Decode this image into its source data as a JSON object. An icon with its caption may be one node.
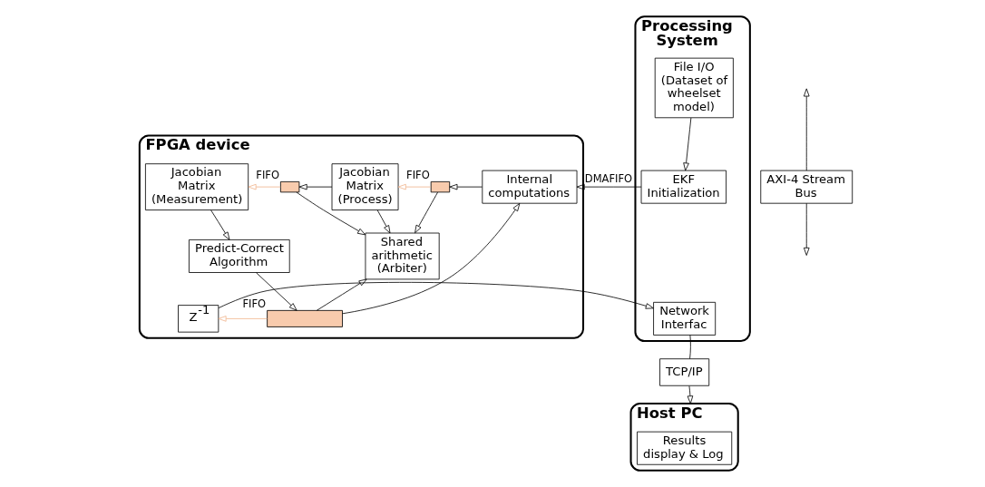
{
  "diagram": {
    "nodes": [
      {
        "text": [
          "Processing System"
        ]
      },
      {
        "text": [
          "EKF Initialization"
        ],
        "in": 0
      },
      {
        "text": [
          "File I/O (Dataset of wheelset model)"
        ],
        "in": 0
      },
      {
        "text": [
          "Network Interfac"
        ],
        "in": 0
      },
      {
        "text": [
          "FPGA device"
        ]
      },
      {
        "text": [
          "Internal computations"
        ],
        "in": 4
      },
      {
        "text": [],
        "shape": "box",
        "beside": [
          "FIFO"
        ],
        "in": 4
      },
      {
        "text": [
          "Jacobian Matrix (Process)"
        ],
        "in": 4
      },
      {
        "text": [],
        "shape": "box",
        "beside": [
          "FIFO"
        ],
        "in": 4
      },
      {
        "text": [
          "Jacobian Matrix (Measurement)"
        ],
        "in": 4
      },
      {
        "text": [
          "Shared arithmetic (Arbiter)"
        ],
        "in": 4
      },
      {
        "text": [
          "Predict-Correct Algorithm"
        ],
        "in": 4
      },
      {
        "text": [],
        "shape": "bar",
        "beside": [
          "FIFO"
        ],
        "in": 4
      },
      {
        "text": [
          "Z$^{-1}$"
        ],
        "in": 4
      },
      {
        "text": [
          "AXI-4 Stream Bus"
        ]
      },
      {
        "text": [
          "TCP/IP"
        ]
      },
      {
        "text": [
          "Host PC"
        ]
      },
      {
        "text": [
          "Results display & Log"
        ],
        "in": 16
      }
    ],
    "edges": [
      {
        "from": 2,
        "to": 1,
        "arrow": "to"
      },
      {
        "from": 1,
        "to": 5,
        "arrow": "to",
        "label": "DMAFIFO"
      },
      {
        "from": 14,
        "to": null,
        "arrow": "to"
      },
      {
        "from": 14,
        "to": null,
        "arrow": "to"
      },
      {
        "from": 5,
        "to": 6,
        "arrow": "to"
      },
      {
        "from": 6,
        "to": 7,
        "arrow": "to",
        "color": "#f0b48e"
      },
      {
        "from": 7,
        "to": 8,
        "arrow": "to"
      },
      {
        "from": 8,
        "to": 9,
        "arrow": "to",
        "color": "#f0b48e"
      },
      {
        "from": 6,
        "to": 10,
        "arrow": "to"
      },
      {
        "from": 7,
        "to": 10,
        "arrow": "to"
      },
      {
        "from": 8,
        "to": 10,
        "arrow": "to"
      },
      {
        "from": 9,
        "to": 11,
        "arrow": "to"
      },
      {
        "from": 11,
        "to": 12,
        "arrow": "to"
      },
      {
        "from": 12,
        "to": 10,
        "arrow": "to"
      },
      {
        "from": 12,
        "to": 13,
        "arrow": "to",
        "color": "#f0b48e"
      },
      {
        "from": 12,
        "to": 5,
        "arrow": "to"
      },
      {
        "from": 13,
        "to": 3,
        "arrow": "to"
      },
      {
        "from": 3,
        "to": 15,
        "arrow": "none"
      },
      {
        "from": 15,
        "to": 16,
        "arrow": "to"
      }
    ]
  }
}
